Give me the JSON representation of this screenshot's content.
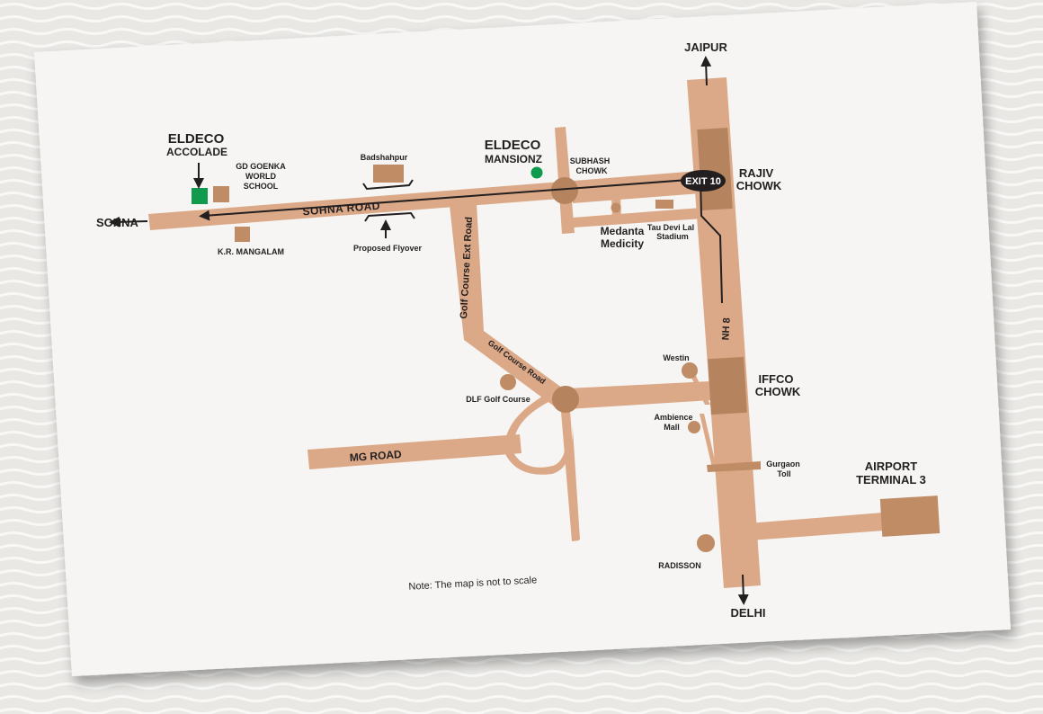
{
  "map": {
    "colors": {
      "road": "#dba987",
      "landmark": "#bf8c66",
      "junction": "#b5845e",
      "highlight": "#109a4e",
      "paper": "#f6f5f3",
      "ink": "#231f20"
    },
    "directions": {
      "jaipur": "JAIPUR",
      "delhi": "DELHI",
      "sohna": "SOHNA"
    },
    "roads": {
      "sohna_road": "SOHNA ROAD",
      "golf_course_ext_road": "Golf Course Ext Road",
      "golf_course_road": "Golf Course Road",
      "mg_road": "MG ROAD",
      "nh8": "NH 8"
    },
    "places": {
      "eldeco_accolade_1": "ELDECO",
      "eldeco_accolade_2": "ACCOLADE",
      "eldeco_mansionz_1": "ELDECO",
      "eldeco_mansionz_2": "MANSIONZ",
      "gd_goenka_1": "GD GOENKA",
      "gd_goenka_2": "WORLD",
      "gd_goenka_3": "SCHOOL",
      "kr_mangalam": "K.R. MANGALAM",
      "badshahpur": "Badshahpur",
      "proposed_flyover": "Proposed Flyover",
      "subhash_chowk_1": "SUBHASH",
      "subhash_chowk_2": "CHOWK",
      "medanta_1": "Medanta",
      "medanta_2": "Medicity",
      "tau_devi_lal_1": "Tau Devi Lal",
      "tau_devi_lal_2": "Stadium",
      "rajiv_chowk_1": "RAJIV",
      "rajiv_chowk_2": "CHOWK",
      "exit_10": "EXIT 10",
      "westin": "Westin",
      "iffco_chowk_1": "IFFCO",
      "iffco_chowk_2": "CHOWK",
      "dlf_golf_course": "DLF Golf Course",
      "ambience_mall_1": "Ambience",
      "ambience_mall_2": "Mall",
      "gurgaon_toll_1": "Gurgaon",
      "gurgaon_toll_2": "Toll",
      "airport_1": "AIRPORT",
      "airport_2": "TERMINAL 3",
      "radisson": "RADISSON"
    },
    "note": "Note: The map is not to scale"
  }
}
